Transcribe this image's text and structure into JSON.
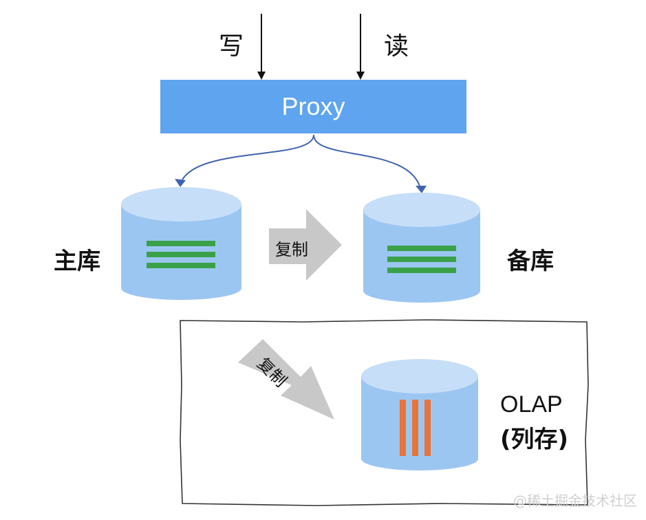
{
  "labels": {
    "write": "写",
    "read": "读",
    "proxy": "Proxy",
    "primary_db": "主库",
    "standby_db": "备库",
    "replicate": "复制",
    "replicate_olap": "复制",
    "olap": "OLAP",
    "olap_sub": "(列存)"
  },
  "watermark": "@稀土掘金技术社区",
  "colors": {
    "proxy": "#5ea4ef",
    "cylinder_body": "#9cc6f2",
    "cylinder_top": "#c6def8",
    "row_stripes": "#3aa14a",
    "column_stripes": "#e8743b",
    "arrow_gray": "#c8c8c8",
    "curve_arrow": "#3f63b0"
  }
}
